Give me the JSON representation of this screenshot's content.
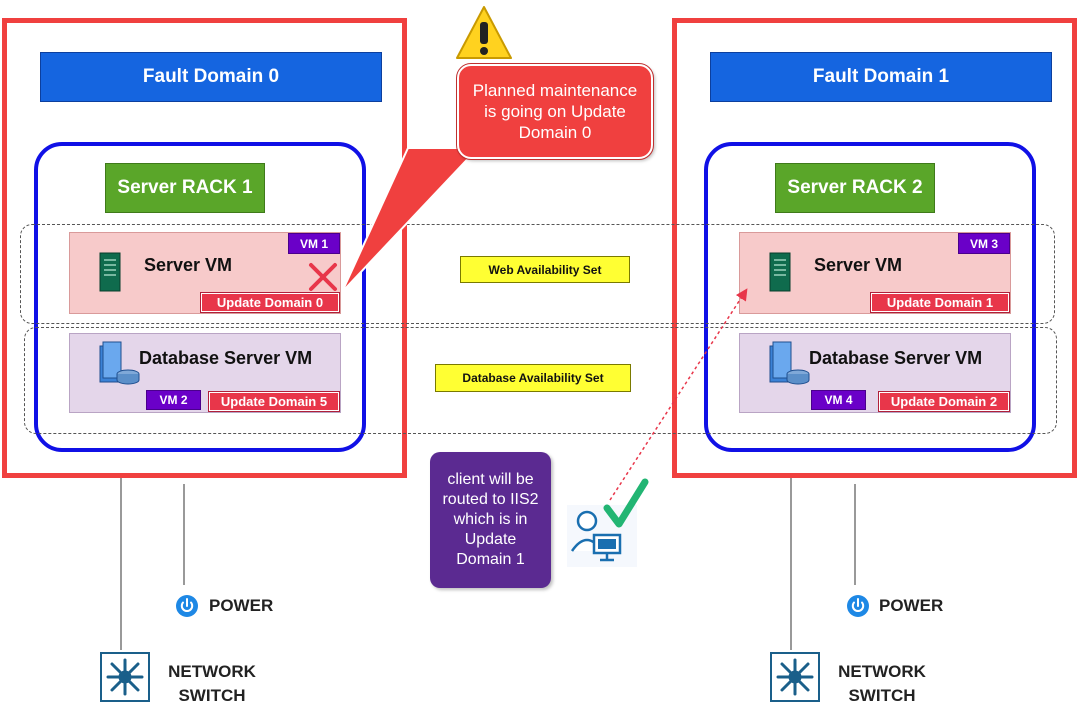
{
  "fault_domains": [
    {
      "title": "Fault Domain 0",
      "rack": "Server RACK 1",
      "server_vm": {
        "title": "Server VM",
        "vm": "VM 1",
        "update_domain": "Update Domain 0"
      },
      "db_vm": {
        "title": "Database Server VM",
        "vm": "VM 2",
        "update_domain": "Update Domain 5"
      }
    },
    {
      "title": "Fault Domain 1",
      "rack": "Server RACK 2",
      "server_vm": {
        "title": "Server VM",
        "vm": "VM 3",
        "update_domain": "Update Domain 1"
      },
      "db_vm": {
        "title": "Database Server VM",
        "vm": "VM 4",
        "update_domain": "Update Domain 2"
      }
    }
  ],
  "availability_sets": {
    "web": "Web Availability Set",
    "database": "Database Availability Set"
  },
  "callouts": {
    "maintenance": "Planned maintenance is going on Update Domain 0",
    "client": "client will be routed to IIS2 which is in Update Domain 1"
  },
  "infrastructure": {
    "power": "POWER",
    "network_line1": "NETWORK",
    "network_line2": "SWITCH"
  },
  "colors": {
    "fault_border": "#f0403f",
    "fault_title": "#1565e0",
    "rack_border": "#1010e6",
    "rack_title": "#5aa629",
    "vm_tag": "#6a00c8",
    "update_tag": "#e8364a",
    "set_label": "#ffff33",
    "callout_purple": "#5b2a91",
    "check": "#22b573"
  },
  "icons": [
    "warning-icon",
    "server-icon",
    "database-server-icon",
    "x-mark-icon",
    "check-mark-icon",
    "user-computer-icon",
    "power-icon",
    "network-switch-icon"
  ]
}
